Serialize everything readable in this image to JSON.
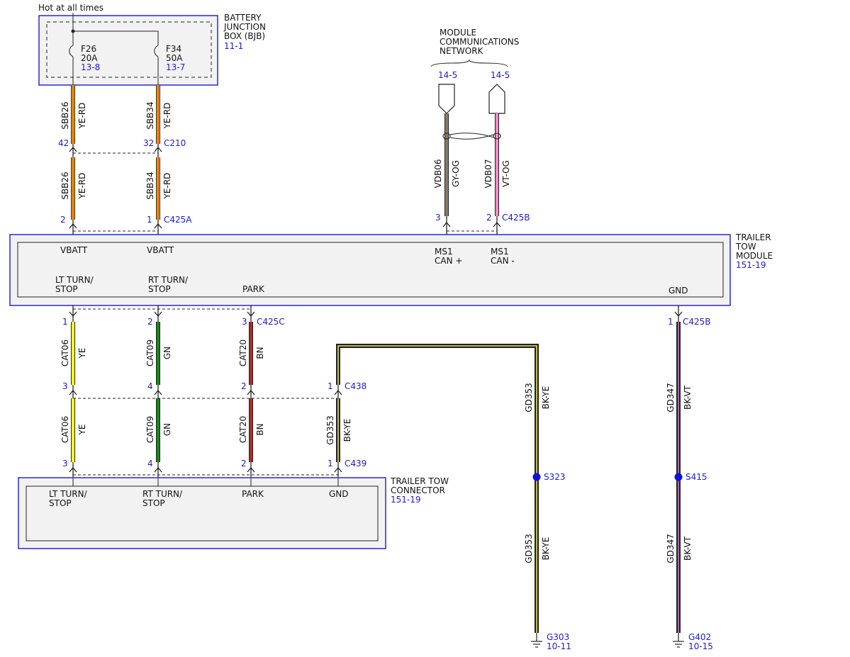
{
  "header": {
    "hot_label": "Hot at all times"
  },
  "bjb": {
    "name": [
      "BATTERY",
      "JUNCTION",
      "BOX (BJB)"
    ],
    "ref": "11-1",
    "fuses": [
      {
        "id": "F26",
        "rating": "20A",
        "ref": "13-8"
      },
      {
        "id": "F34",
        "rating": "50A",
        "ref": "13-7"
      }
    ]
  },
  "network": {
    "label": [
      "MODULE",
      "COMMUNICATIONS",
      "NETWORK"
    ],
    "refs": [
      "14-5",
      "14-5"
    ]
  },
  "wires_upper": {
    "sbb26_circuit": "SBB26",
    "sbb26_color": "YE-RD",
    "sbb34_circuit": "SBB34",
    "sbb34_color": "YE-RD",
    "vdb06_circuit": "VDB06",
    "vdb06_color": "GY-OG",
    "vdb07_circuit": "VDB07",
    "vdb07_color": "VT-OG"
  },
  "connectors_upper": {
    "c210_pin_a": "42",
    "c210_pin_b": "32",
    "c210_name": "C210",
    "c425a_pin_a": "2",
    "c425a_pin_b": "1",
    "c425a_name": "C425A",
    "c425b_pin_a": "3",
    "c425b_pin_b": "2",
    "c425b_name": "C425B"
  },
  "ttm": {
    "name": [
      "TRAILER",
      "TOW",
      "MODULE"
    ],
    "ref": "151-19",
    "vbatt1": "VBATT",
    "vbatt2": "VBATT",
    "ms1p": [
      "MS1",
      "CAN +"
    ],
    "ms1m": [
      "MS1",
      "CAN -"
    ],
    "lt": [
      "LT TURN/",
      "STOP"
    ],
    "rt": [
      "RT TURN/",
      "STOP"
    ],
    "park": "PARK",
    "gnd": "GND"
  },
  "connectors_lower": {
    "c425c_pins": [
      "1",
      "2",
      "3"
    ],
    "c425c_name": "C425C",
    "c425b_gnd_pin": "1",
    "c425b_gnd_name": "C425B",
    "c438_pins": [
      "3",
      "4",
      "2",
      "1"
    ],
    "c438_name": "C438",
    "c439_pins": [
      "3",
      "4",
      "2",
      "1"
    ],
    "c439_name": "C439"
  },
  "wires_lower": {
    "cat06": "CAT06",
    "ye": "YE",
    "cat09": "CAT09",
    "gn": "GN",
    "cat20": "CAT20",
    "bn": "BN",
    "gd353": "GD353",
    "bkye": "BK-YE",
    "gd347": "GD347",
    "bkvt": "BK-VT"
  },
  "ttc": {
    "name": [
      "TRAILER TOW",
      "CONNECTOR"
    ],
    "ref": "151-19",
    "lt": [
      "LT TURN/",
      "STOP"
    ],
    "rt": [
      "RT TURN/",
      "STOP"
    ],
    "park": "PARK",
    "gnd": "GND"
  },
  "splices": {
    "s323": "S323",
    "s415": "S415"
  },
  "grounds": {
    "g303": "G303",
    "g303_ref": "10-11",
    "g402": "G402",
    "g402_ref": "10-15"
  },
  "colors": {
    "ye_rd_base": "#f5c400",
    "ye_rd_stripe": "#e03020",
    "gy_og": "#8a7a60",
    "vt_og": "#f58ac0",
    "ye": "#ffff22",
    "gn": "#148a14",
    "bn": "#b02828",
    "bk_ye_stripe": "#e8e060",
    "bk_vt_stripe": "#c080c0",
    "accent_blue": "#1a1ad6",
    "splice": "#1010e0"
  }
}
